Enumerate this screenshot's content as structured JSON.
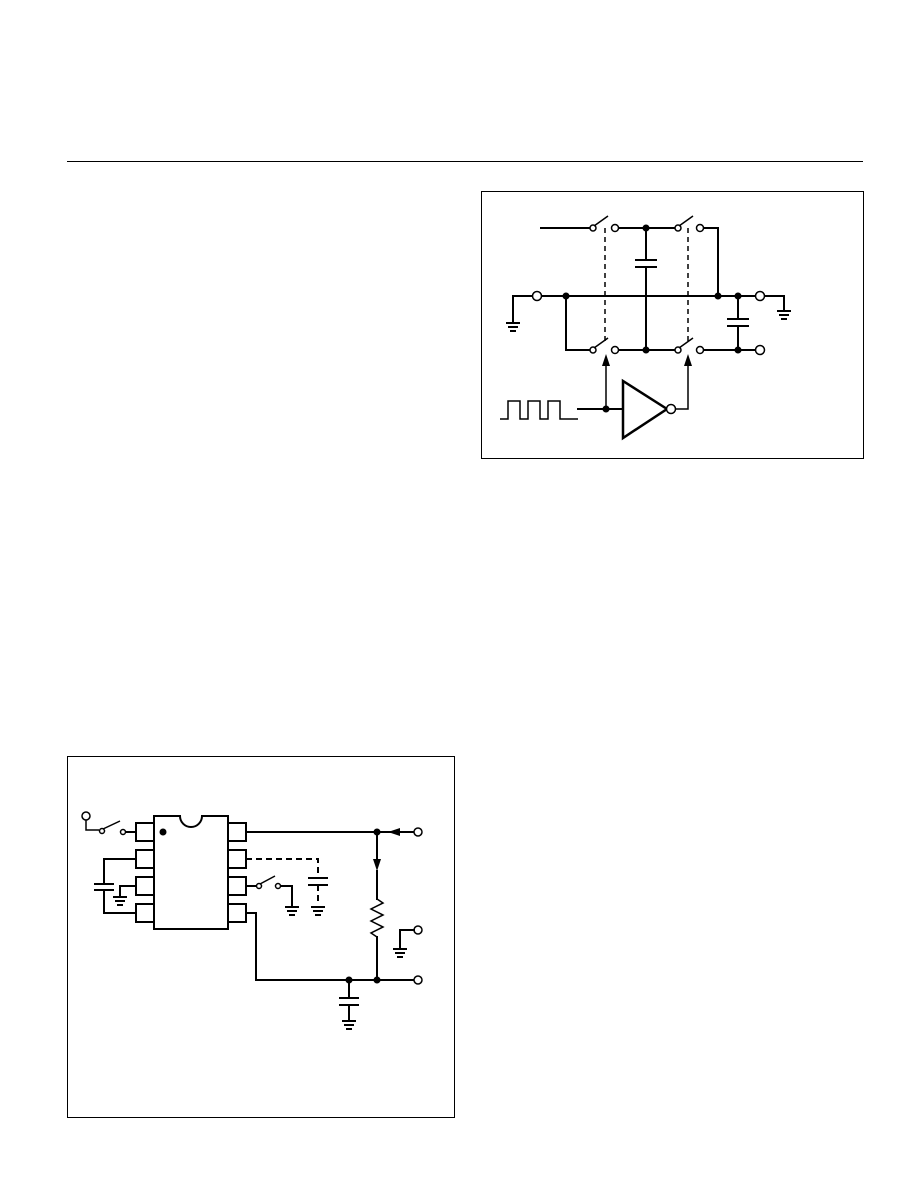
{
  "page": {
    "header_rule": "horizontal-rule"
  },
  "figures": [
    {
      "id": "switched-capacitor-voltage-inverter",
      "elements": [
        "terminal",
        "switch",
        "capacitor",
        "ground-icon",
        "junction-dot",
        "dashed-linkage",
        "clock-waveform-icon",
        "inverter-gate-icon",
        "control-arrow-icon"
      ]
    },
    {
      "id": "ic-application-circuit",
      "elements": [
        "8-pin-dip-ic",
        "pin-1-marker",
        "terminal",
        "switch",
        "capacitor",
        "ground-icon",
        "resistor-icon",
        "current-arrow-icon",
        "junction-dot",
        "dashed-optional-connection"
      ]
    }
  ]
}
